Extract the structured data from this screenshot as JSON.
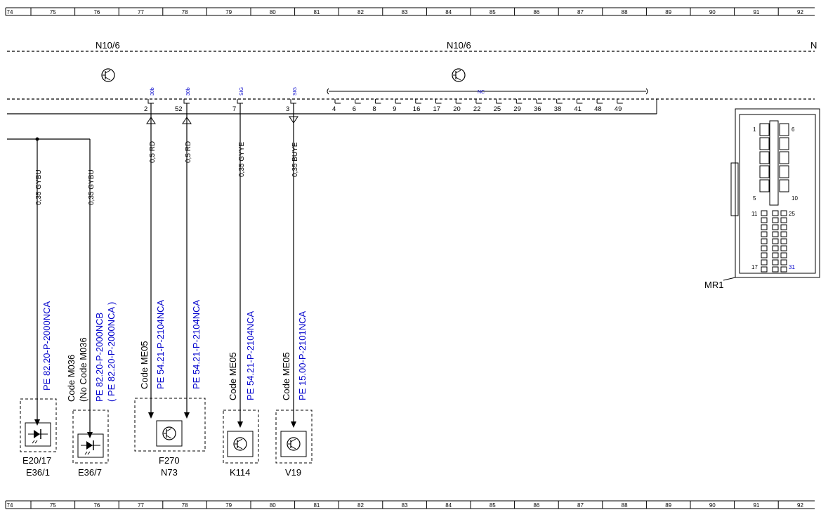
{
  "ruler": {
    "numbers": [
      "74",
      "75",
      "76",
      "77",
      "78",
      "79",
      "80",
      "81",
      "82",
      "83",
      "84",
      "85",
      "86",
      "87",
      "88",
      "89",
      "90",
      "91",
      "92"
    ]
  },
  "module": {
    "left_label": "N10/6",
    "center_label": "N10/6",
    "right_label": "N",
    "nc_label": "NC"
  },
  "pins": [
    {
      "number": "2",
      "signal": "30b",
      "wire": "0,5 RD"
    },
    {
      "number": "52",
      "signal": "30b",
      "wire": "0,5 RD"
    },
    {
      "number": "7",
      "signal": "SIG",
      "wire": "0,35 GYYE"
    },
    {
      "number": "3",
      "signal": "SIG",
      "wire": "0,35 BUYE"
    }
  ],
  "nc_pins": [
    "4",
    "6",
    "8",
    "9",
    "16",
    "17",
    "20",
    "22",
    "25",
    "29",
    "36",
    "38",
    "41",
    "48",
    "49"
  ],
  "left_wires": [
    {
      "wire": "0,35 GYBU"
    },
    {
      "wire": "0,35 GYBU"
    }
  ],
  "refs": {
    "e20_pe": "PE 82.20-P-2000NCA",
    "e36_code1": "Code M036",
    "e36_code2": "(No Code M036",
    "e36_pe1": "PE 82.20-P-2000NCB",
    "e36_pe2": "( PE 82.20-P-2000NCA    )",
    "f270_code": "Code ME05",
    "f270_pe1": "PE 54.21-P-2104NCA",
    "f270_pe2": "PE 54.21-P-2104NCA",
    "k114_code": "Code ME05",
    "k114_pe": "PE 54.21-P-2104NCA",
    "v19_code": "Code ME05",
    "v19_pe": "PE 15.00-P-2101NCA"
  },
  "components": {
    "e20_17": "E20/17",
    "e36_1": "E36/1",
    "e36_7": "E36/7",
    "f270": "F270",
    "n73": "N73",
    "k114": "K114",
    "v19": "V19"
  },
  "connector": {
    "label": "MR1",
    "pins": [
      "1",
      "6",
      "5",
      "10",
      "11",
      "25",
      "17",
      "31"
    ]
  }
}
